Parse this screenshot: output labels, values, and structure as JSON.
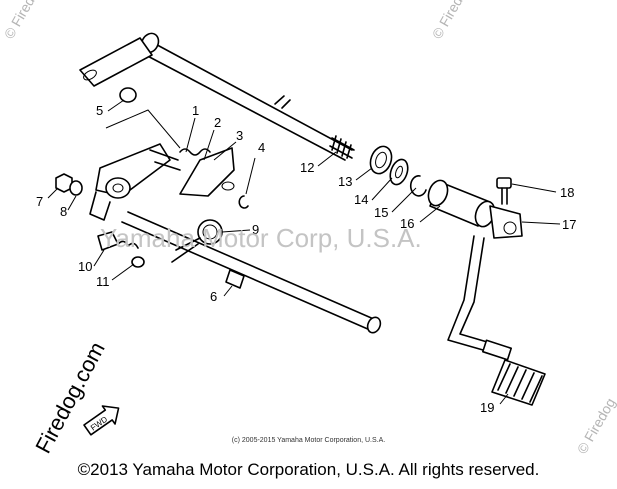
{
  "diagram": {
    "callouts": [
      {
        "id": "1",
        "label": "1"
      },
      {
        "id": "2",
        "label": "2"
      },
      {
        "id": "3",
        "label": "3"
      },
      {
        "id": "4",
        "label": "4"
      },
      {
        "id": "5",
        "label": "5"
      },
      {
        "id": "6",
        "label": "6"
      },
      {
        "id": "7",
        "label": "7"
      },
      {
        "id": "8",
        "label": "8"
      },
      {
        "id": "9",
        "label": "9"
      },
      {
        "id": "10",
        "label": "10"
      },
      {
        "id": "11",
        "label": "11"
      },
      {
        "id": "12",
        "label": "12"
      },
      {
        "id": "13",
        "label": "13"
      },
      {
        "id": "14",
        "label": "14"
      },
      {
        "id": "15",
        "label": "15"
      },
      {
        "id": "16",
        "label": "16"
      },
      {
        "id": "17",
        "label": "17"
      },
      {
        "id": "18",
        "label": "18"
      },
      {
        "id": "19",
        "label": "19"
      }
    ],
    "fwd_label": "FWD"
  },
  "watermarks": {
    "center": "Yamaha Motor Corp, U.S.A.",
    "site": "Firedog.com",
    "corner": "© Firedog"
  },
  "copyright_small": "(c) 2005-2015 Yamaha Motor Corporation, U.S.A.",
  "copyright_main": "©2013 Yamaha Motor Corporation, U.S.A. All rights reserved."
}
